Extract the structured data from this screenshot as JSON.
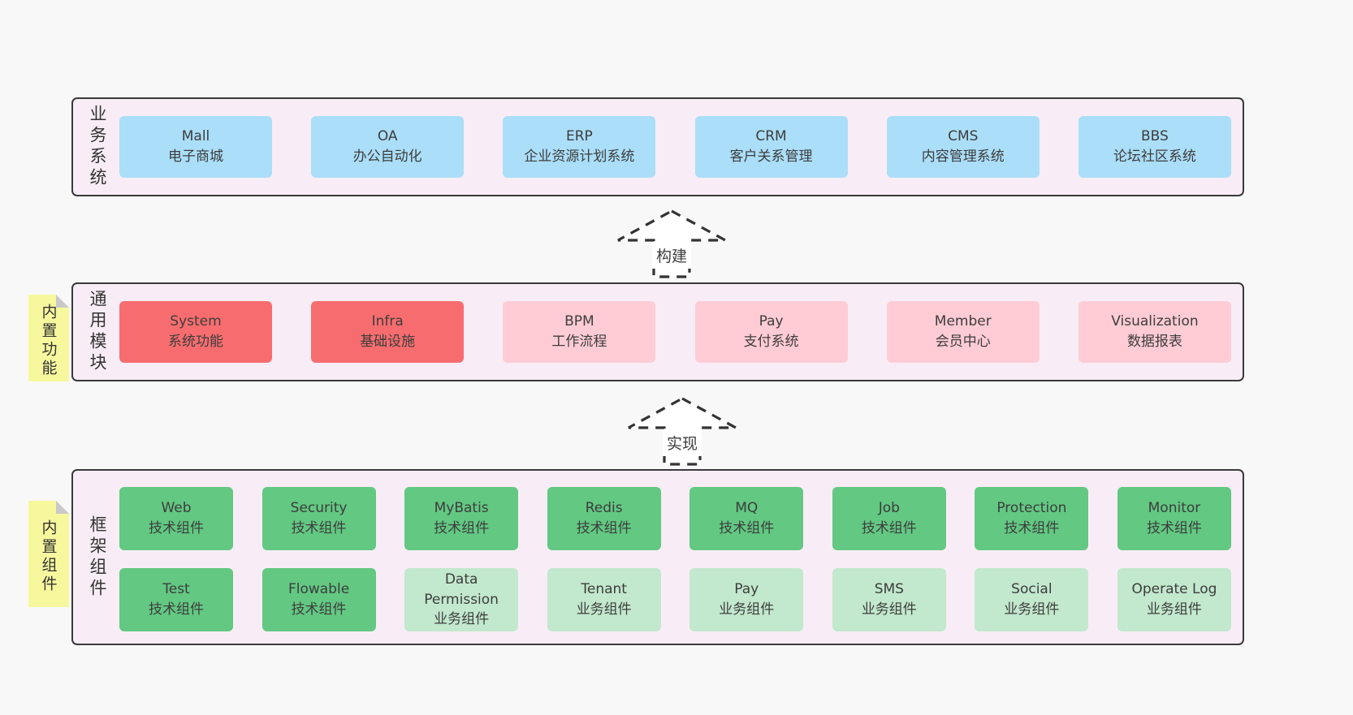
{
  "colors": {
    "background": "#f8f8f8",
    "container_bg": "#f8edf6",
    "container_border": "#3a3a3a",
    "box_blue": "#abdef8",
    "box_red": "#f76d6f",
    "box_pink": "#ffccd5",
    "box_green": "#62c882",
    "box_light_green": "#c2e8cd",
    "sticky_yellow": "#f7f89e",
    "fold_gray": "#c9c9c9",
    "text": "#3d3d3d"
  },
  "layers": {
    "business": {
      "side_label": "业务系统",
      "boxes": [
        {
          "title": "Mall",
          "subtitle": "电子商城"
        },
        {
          "title": "OA",
          "subtitle": "办公自动化"
        },
        {
          "title": "ERP",
          "subtitle": "企业资源计划系统"
        },
        {
          "title": "CRM",
          "subtitle": "客户关系管理"
        },
        {
          "title": "CMS",
          "subtitle": "内容管理系统"
        },
        {
          "title": "BBS",
          "subtitle": "论坛社区系统"
        }
      ]
    },
    "modules": {
      "side_label": "通用模块",
      "sticky_label": "内置功能",
      "boxes": [
        {
          "title": "System",
          "subtitle": "系统功能"
        },
        {
          "title": "Infra",
          "subtitle": "基础设施"
        },
        {
          "title": "BPM",
          "subtitle": "工作流程"
        },
        {
          "title": "Pay",
          "subtitle": "支付系统"
        },
        {
          "title": "Member",
          "subtitle": "会员中心"
        },
        {
          "title": "Visualization",
          "subtitle": "数据报表"
        }
      ]
    },
    "components": {
      "side_label": "框架组件",
      "sticky_label": "内置组件",
      "row1": [
        {
          "title": "Web",
          "subtitle": "技术组件"
        },
        {
          "title": "Security",
          "subtitle": "技术组件"
        },
        {
          "title": "MyBatis",
          "subtitle": "技术组件"
        },
        {
          "title": "Redis",
          "subtitle": "技术组件"
        },
        {
          "title": "MQ",
          "subtitle": "技术组件"
        },
        {
          "title": "Job",
          "subtitle": "技术组件"
        },
        {
          "title": "Protection",
          "subtitle": "技术组件"
        },
        {
          "title": "Monitor",
          "subtitle": "技术组件"
        }
      ],
      "row2": [
        {
          "title": "Test",
          "subtitle": "技术组件"
        },
        {
          "title": "Flowable",
          "subtitle": "技术组件"
        },
        {
          "title": "Data Permission",
          "subtitle": "业务组件"
        },
        {
          "title": "Tenant",
          "subtitle": "业务组件"
        },
        {
          "title": "Pay",
          "subtitle": "业务组件"
        },
        {
          "title": "SMS",
          "subtitle": "业务组件"
        },
        {
          "title": "Social",
          "subtitle": "业务组件"
        },
        {
          "title": "Operate Log",
          "subtitle": "业务组件"
        }
      ]
    }
  },
  "arrows": {
    "build": {
      "label": "构建"
    },
    "implement": {
      "label": "实现"
    }
  }
}
